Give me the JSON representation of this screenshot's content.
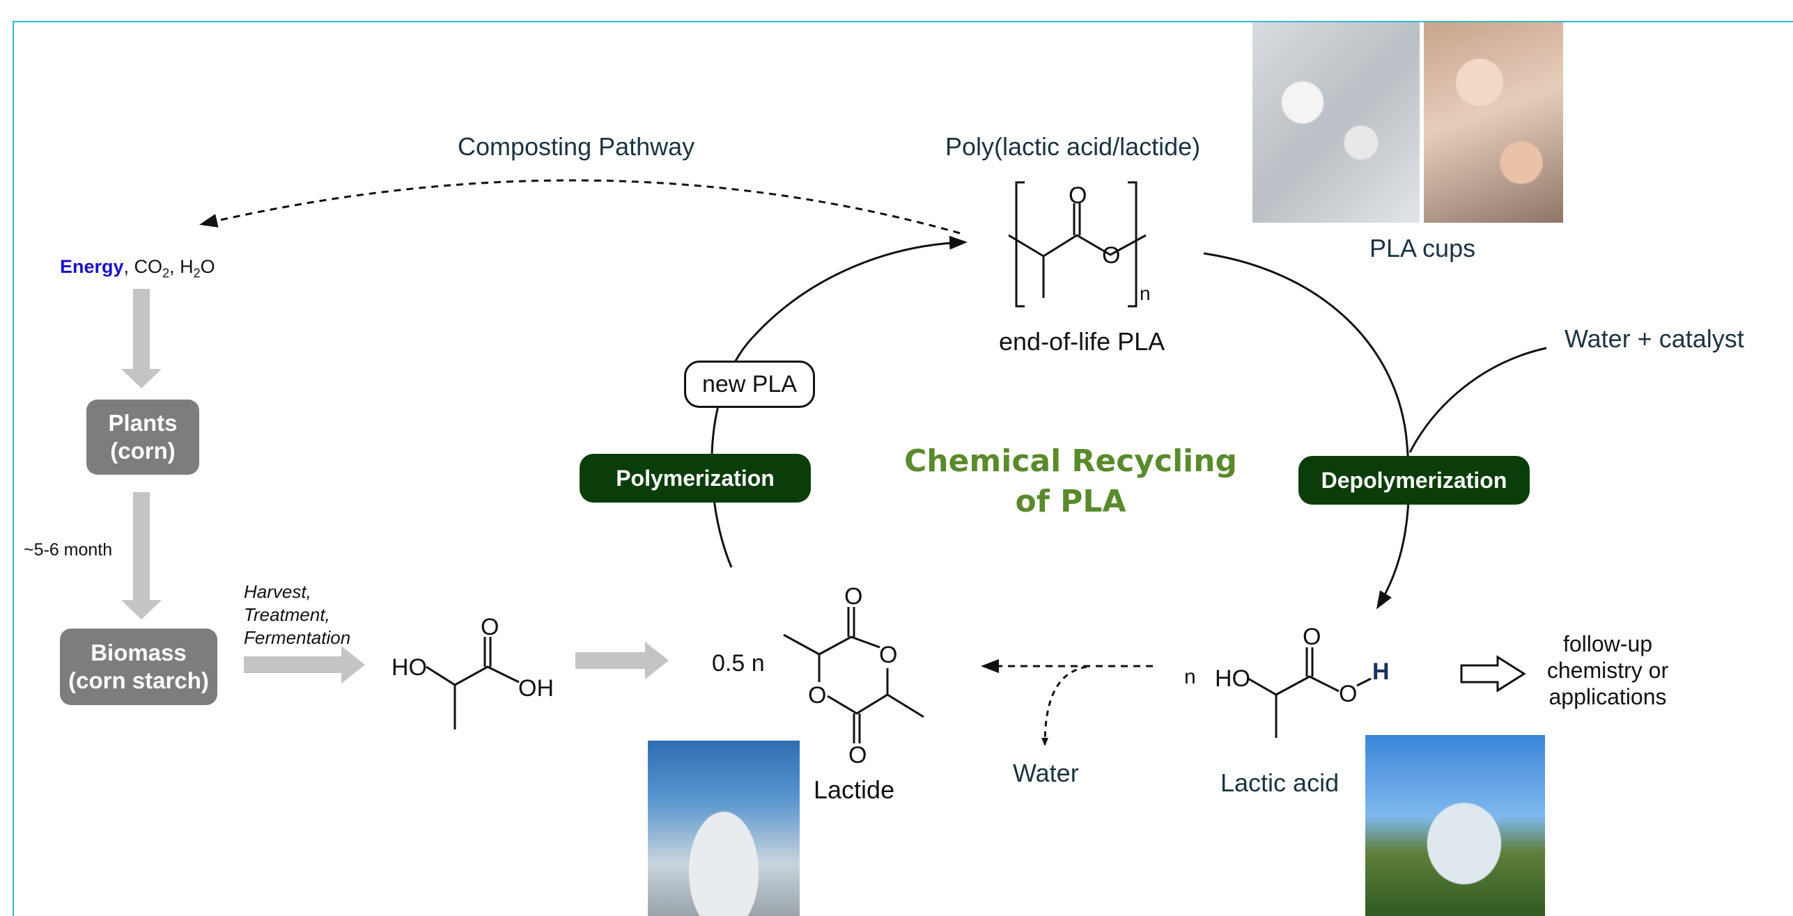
{
  "labels": {
    "composting": "Composting Pathway",
    "polymer_name": "Poly(lactic acid/lactide)",
    "end_of_life": "end-of-life PLA",
    "pla_cups": "PLA cups",
    "water_catalyst": "Water + catalyst",
    "new_pla": "new PLA",
    "month": "~5-6 month",
    "harvest": "Harvest,",
    "treatment": "Treatment,",
    "fermentation": "Fermentation",
    "half_n": "0.5 n",
    "lactide": "Lactide",
    "water": "Water",
    "lactic_acid": "Lactic acid",
    "n": "n",
    "subscript_n": "n",
    "followup_1": "follow-up",
    "followup_2": "chemistry or",
    "followup_3": "applications"
  },
  "energy": {
    "word": "Energy",
    "rest_1": ", CO",
    "sub_1": "2",
    "rest_2": ", H",
    "sub_2": "2",
    "rest_3": "O"
  },
  "atoms": {
    "O": "O",
    "HO": "HO",
    "OH": "OH",
    "H": "H"
  },
  "boxes": {
    "plants_1": "Plants",
    "plants_2": "(corn)",
    "biomass_1": "Biomass",
    "biomass_2": "(corn starch)"
  },
  "steps": {
    "polymerization": "Polymerization",
    "depolymerization": "Depolymerization"
  },
  "center_title": {
    "line1": "Chemical Recycling",
    "line2": "of PLA"
  },
  "colors": {
    "energy": "#1a12c8",
    "green_box": "#0b3d0b",
    "title_green": "#5a8a2c",
    "gray_box": "#7d7d7d",
    "frame": "#33b8d6"
  }
}
